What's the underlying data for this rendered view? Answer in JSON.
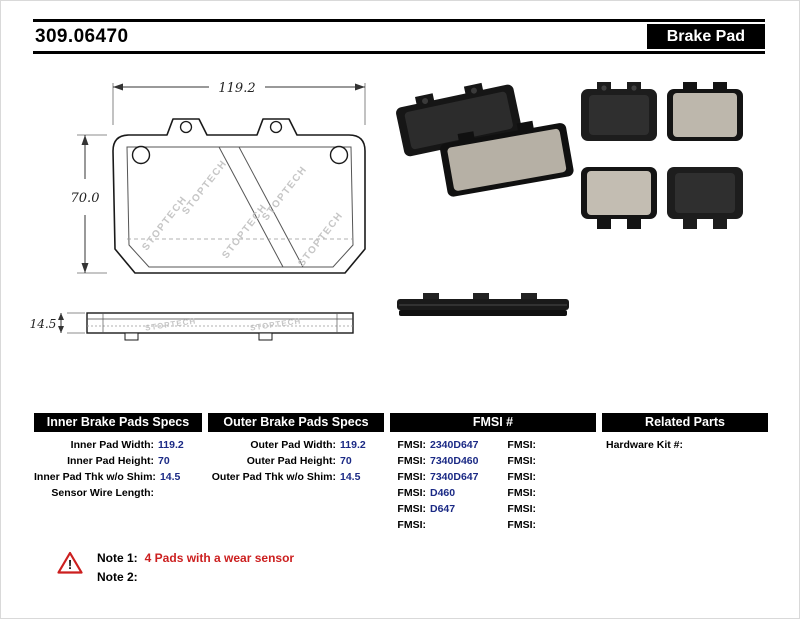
{
  "header": {
    "part_number": "309.06470",
    "product_type": "Brake Pad"
  },
  "diagram": {
    "width_dim": "119.2",
    "height_dim": "70.0",
    "thickness_dim": "14.5",
    "watermark": "STOPTECH"
  },
  "specs": {
    "inner": {
      "title": "Inner Brake Pads Specs",
      "rows": [
        {
          "label": "Inner Pad Width:",
          "value": "119.2"
        },
        {
          "label": "Inner Pad Height:",
          "value": "70"
        },
        {
          "label": "Inner Pad Thk w/o Shim:",
          "value": "14.5"
        },
        {
          "label": "Sensor Wire Length:",
          "value": ""
        }
      ]
    },
    "outer": {
      "title": "Outer Brake Pads Specs",
      "rows": [
        {
          "label": "Outer Pad Width:",
          "value": "119.2"
        },
        {
          "label": "Outer Pad Height:",
          "value": "70"
        },
        {
          "label": "Outer Pad Thk w/o Shim:",
          "value": "14.5"
        }
      ]
    },
    "fmsi": {
      "title": "FMSI #",
      "left": [
        {
          "label": "FMSI:",
          "value": "2340D647"
        },
        {
          "label": "FMSI:",
          "value": "7340D460"
        },
        {
          "label": "FMSI:",
          "value": "7340D647"
        },
        {
          "label": "FMSI:",
          "value": "D460"
        },
        {
          "label": "FMSI:",
          "value": "D647"
        },
        {
          "label": "FMSI:",
          "value": ""
        }
      ],
      "right": [
        {
          "label": "FMSI:",
          "value": ""
        },
        {
          "label": "FMSI:",
          "value": ""
        },
        {
          "label": "FMSI:",
          "value": ""
        },
        {
          "label": "FMSI:",
          "value": ""
        },
        {
          "label": "FMSI:",
          "value": ""
        },
        {
          "label": "FMSI:",
          "value": ""
        }
      ]
    },
    "related": {
      "title": "Related Parts",
      "rows": [
        {
          "label": "Hardware Kit #:",
          "value": ""
        }
      ]
    }
  },
  "notes": {
    "warning_glyph": "!",
    "note1_label": "Note 1:",
    "note1_text": "4 Pads with a wear sensor",
    "note2_label": "Note 2:",
    "note2_text": ""
  },
  "colors": {
    "header_bg": "#000000",
    "value_text": "#1b2a85",
    "note_red": "#cc1f1f"
  }
}
